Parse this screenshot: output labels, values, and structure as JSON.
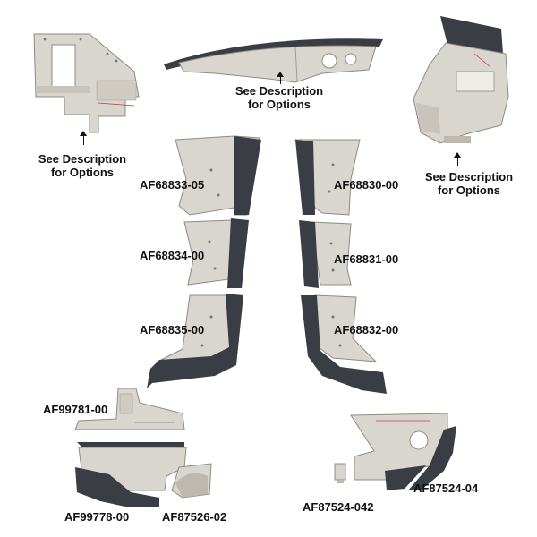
{
  "colors": {
    "aluminum": "#d9d6cf",
    "aluminum_shade": "#bdb9b0",
    "seal_dark": "#3a3d44",
    "text": "#111111",
    "marking": "#c0394b"
  },
  "callouts": {
    "top_center": [
      "See Description",
      "for Options"
    ],
    "top_left": [
      "See Description",
      "for Options"
    ],
    "top_right": [
      "See Description",
      "for Options"
    ]
  },
  "parts": {
    "left_upper": "AF68833-05",
    "left_mid": "AF68834-00",
    "left_lower": "AF68835-00",
    "right_upper": "AF68830-00",
    "right_mid": "AF68831-00",
    "right_lower": "AF68832-00",
    "bottom_left_top": "AF99781-00",
    "bottom_left_seal": "AF99778-00",
    "bottom_left_small": "AF87526-02",
    "bottom_right_bracket": "AF87524-042",
    "bottom_right_seal": "AF87524-04"
  }
}
